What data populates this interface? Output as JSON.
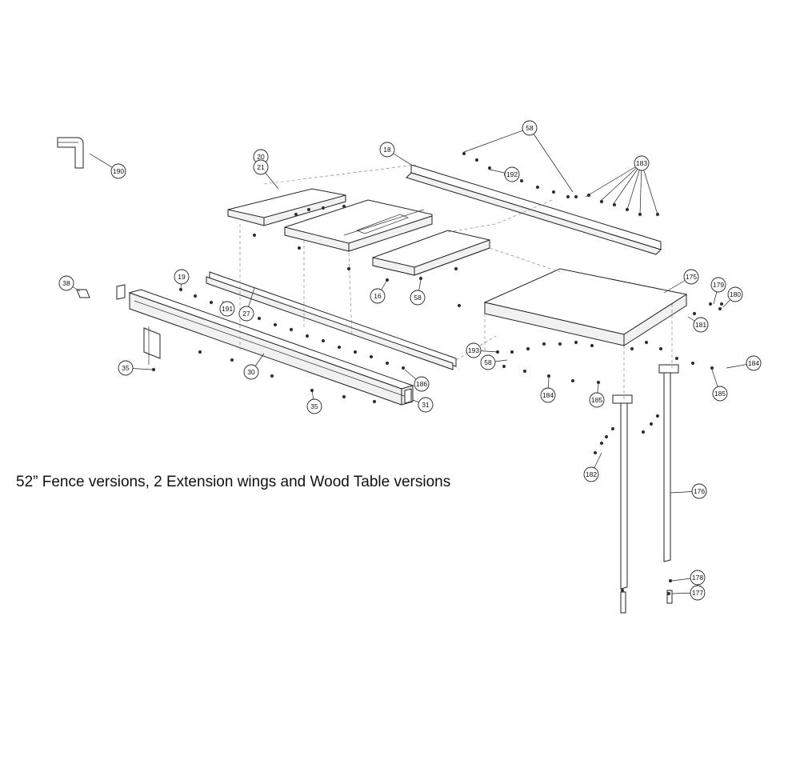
{
  "caption": "52” Fence versions, 2 Extension wings and Wood Table versions",
  "callouts": [
    "190",
    "20",
    "21",
    "58",
    "192",
    "183",
    "18",
    "38",
    "19",
    "191",
    "27",
    "16",
    "58",
    "175",
    "179",
    "180",
    "181",
    "35",
    "30",
    "186",
    "31",
    "35",
    "193",
    "58",
    "184",
    "185",
    "184",
    "185",
    "182",
    "176",
    "178",
    "177"
  ]
}
